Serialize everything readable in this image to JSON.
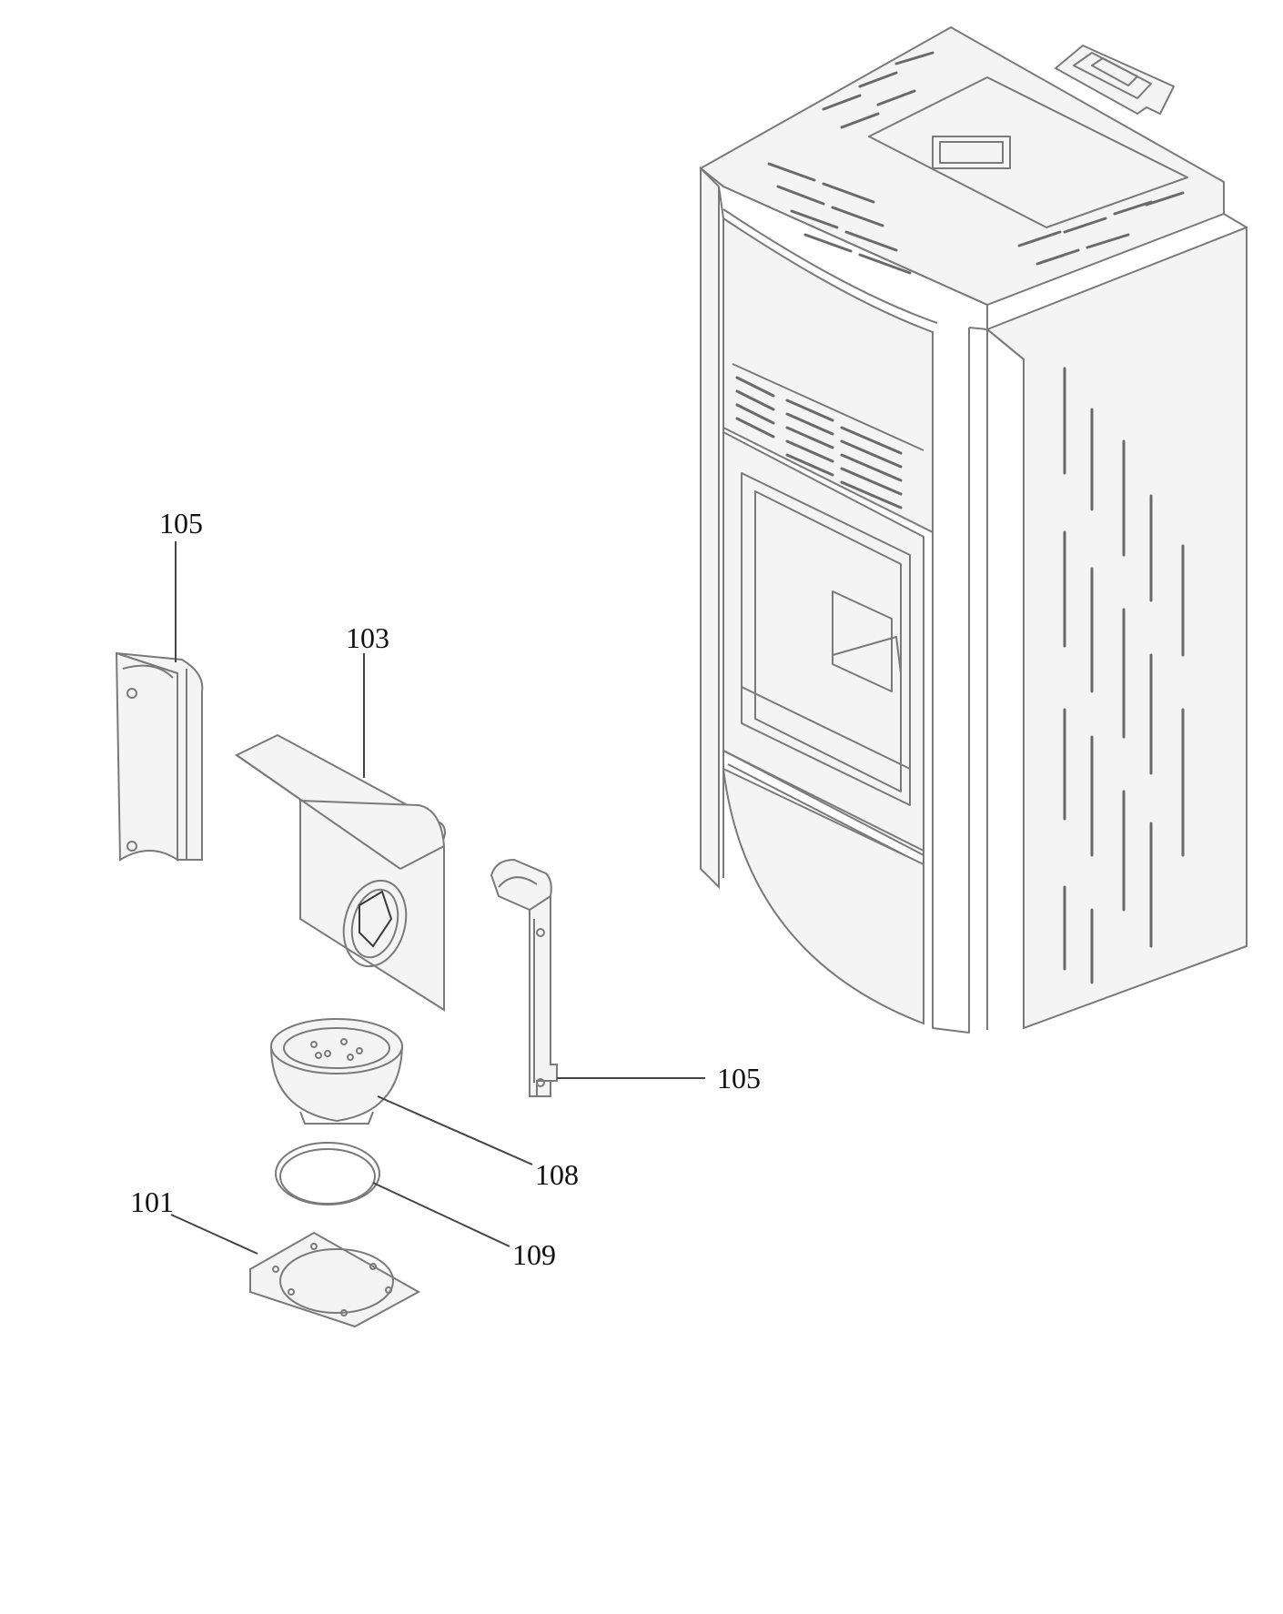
{
  "diagram": {
    "colors": {
      "line": "#7a7a7a",
      "text": "#111111",
      "background": "#ffffff"
    },
    "callouts": [
      {
        "id": "105a",
        "label": "105"
      },
      {
        "id": "103",
        "label": "103"
      },
      {
        "id": "105b",
        "label": "105"
      },
      {
        "id": "108",
        "label": "108"
      },
      {
        "id": "109",
        "label": "109"
      },
      {
        "id": "101",
        "label": "101"
      }
    ]
  }
}
